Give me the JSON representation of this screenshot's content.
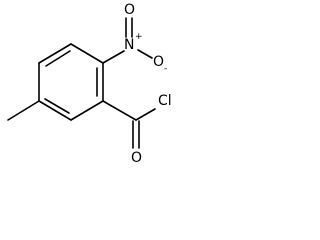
{
  "molecule": {
    "nitro_oxygen_top": "O",
    "nitro_nitrogen": "N",
    "nitro_nitrogen_charge": "+",
    "nitro_oxygen_side": "O",
    "nitro_oxygen_side_charge": "-",
    "acyl_chlorine": "Cl",
    "carbonyl_oxygen": "O"
  }
}
